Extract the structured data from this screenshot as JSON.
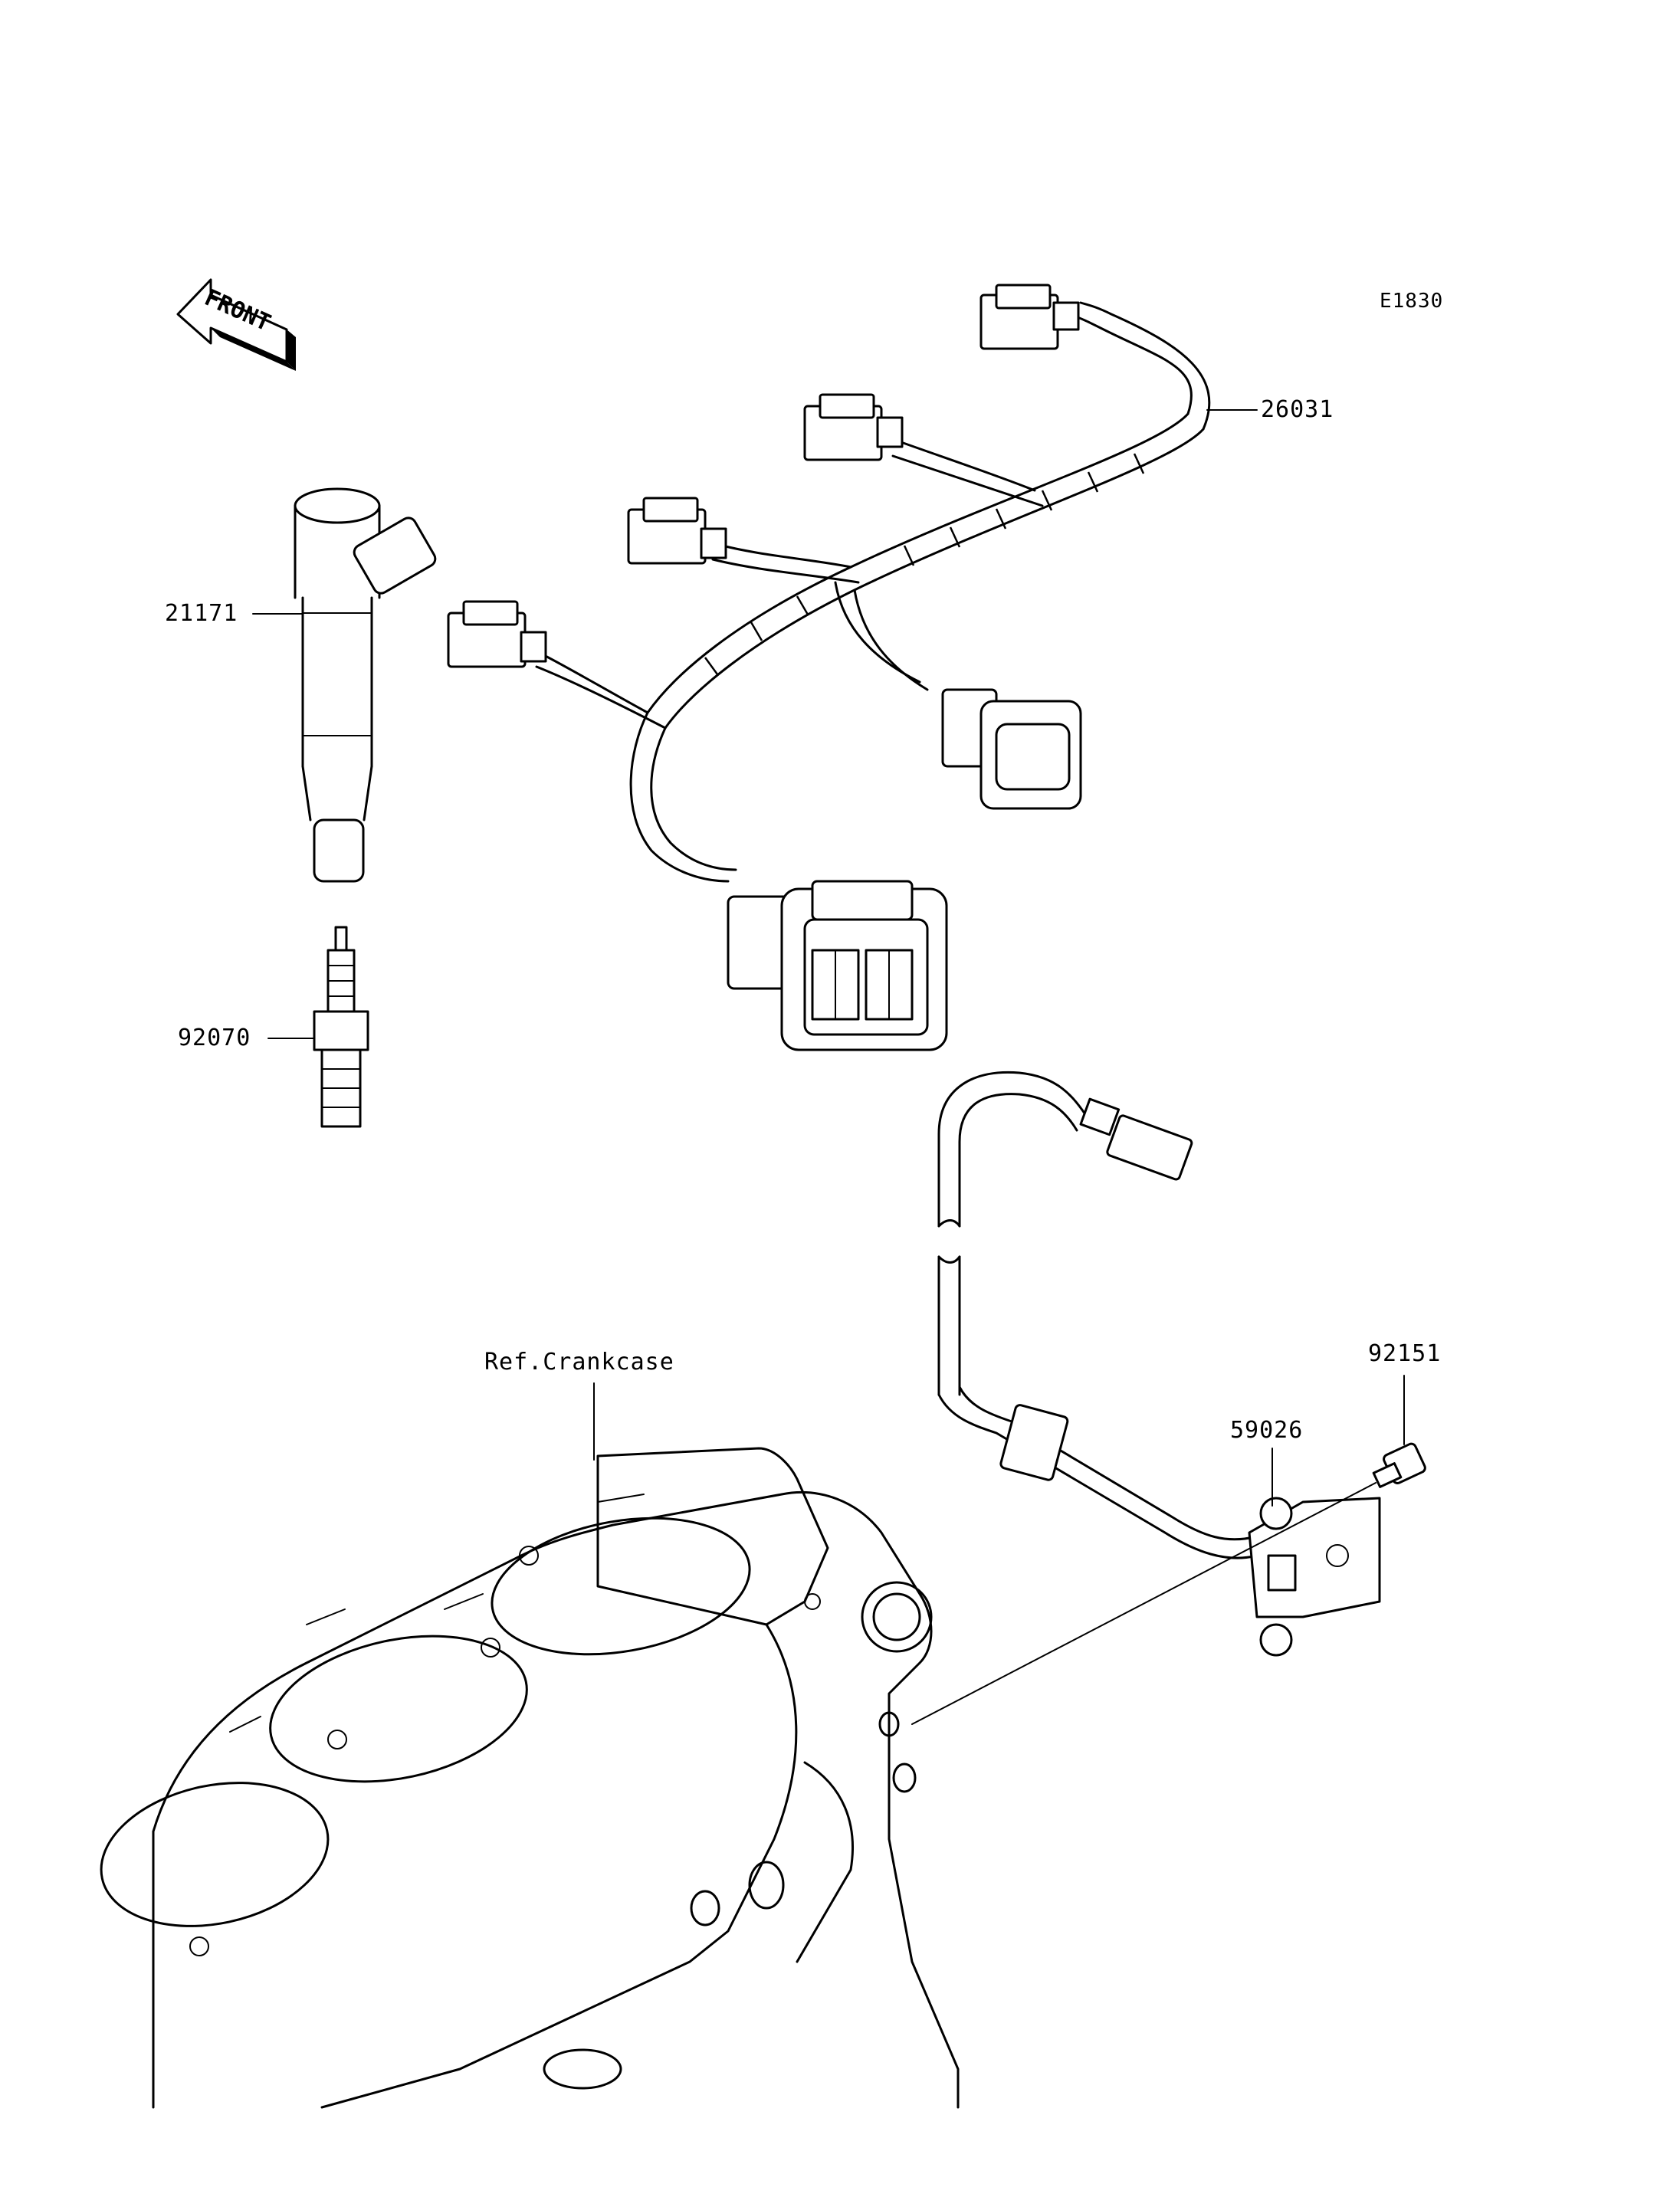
{
  "diagram": {
    "code": "E1830",
    "direction_label": "FRONT",
    "parts": [
      {
        "number": "26031",
        "item": "wiring-harness"
      },
      {
        "number": "21171",
        "item": "ignition-coil"
      },
      {
        "number": "92070",
        "item": "spark-plug"
      },
      {
        "number": "92151",
        "item": "bolt"
      },
      {
        "number": "59026",
        "item": "pickup-sensor"
      }
    ],
    "reference": "Ref.Crankcase"
  }
}
